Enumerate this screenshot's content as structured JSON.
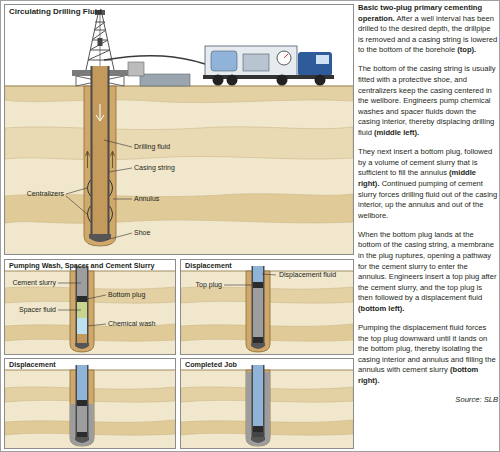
{
  "diagram": {
    "title": "Basic two-plug primary cementing operation.",
    "nodes": [
      {
        "text": [
          "Circulating Drilling Fluid"
        ]
      },
      {
        "text": [
          "Pumping Wash, Spacer and Cement Slurry"
        ]
      },
      {
        "text": [
          "Displacement"
        ]
      },
      {
        "text": [
          "Displacement"
        ]
      },
      {
        "text": [
          "Completed Job"
        ]
      }
    ],
    "labels": [
      "Drilling fluid",
      "Casing string",
      "Centralizers",
      "Annulus",
      "Shoe",
      "Cement slurry",
      "Spacer fluid",
      "Bottom plug",
      "Chemical wash",
      "Top plug",
      "Displacement fluid",
      "After a well interval has been drilled to the desired depth, the drillpipe is removed and a casing string is lowered to the bottom of the borehole",
      "(top).",
      "The bottom of the casing string is usually fitted with a protective shoe, and centralizers keep the casing centered in the wellbore. Engineers pump chemical washes and spacer fluids down the casing interior, thereby displacing drilling fluid",
      "(middle left).",
      "They next insert a bottom plug, followed by a volume of cement slurry that is sufficient to fill the annulus",
      "(middle right).",
      "Continued pumping of cement slurry forces drilling fluid out of the casing interior, up the annulus and out of the wellbore.",
      "When the bottom plug lands at the bottom of the casing string, a membrane in the plug ruptures, opening a pathway for the cement slurry to enter the annulus. Engineers insert a top plug after the cement slurry, and the top plug is then followed by a displacement fluid",
      "(bottom left).",
      "Pumping the displacement fluid forces the top plug downward until it lands on the bottom plug, thereby isolating the casing interior and annulus and filling the annulus with cement slurry",
      "(bottom right).",
      "Source: SLB"
    ]
  }
}
